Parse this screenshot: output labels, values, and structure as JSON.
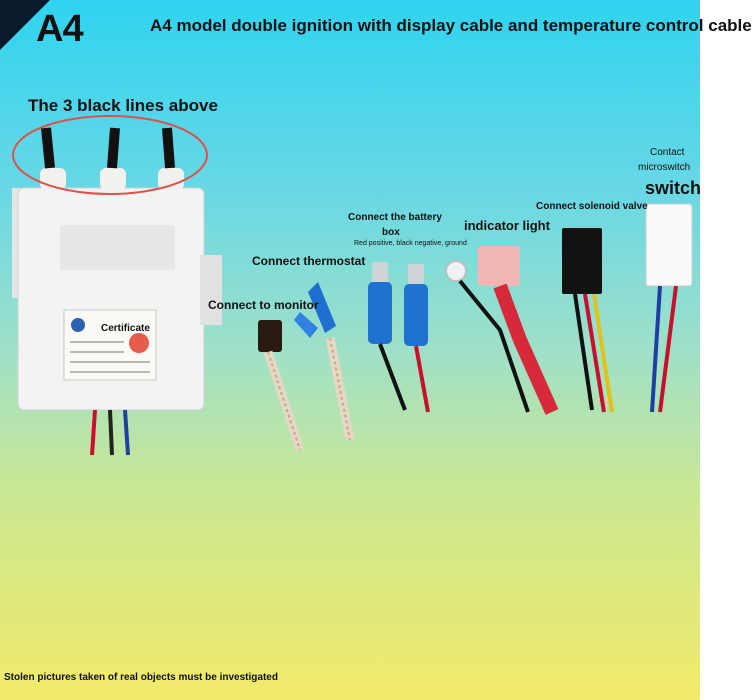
{
  "badge": "A4",
  "headline": "A4 model double ignition with display cable and temperature control cable",
  "lines_label": "The 3 black lines above",
  "labels": {
    "monitor": "Connect to monitor",
    "thermostat": "Connect thermostat",
    "battery_line1": "Connect the battery",
    "battery_line2": "box",
    "battery_line3": "Red positive, black negative, ground",
    "indicator": "indicator light",
    "solenoid": "Connect solenoid valve",
    "contact": "Contact",
    "microswitch": "microswitch",
    "switch": "switch",
    "certificate": "Certificate"
  },
  "footer": "Stolen pictures taken of real objects must be investigated",
  "colors": {
    "highlight_ring": "#e0504a",
    "red_wire": "#c8102e",
    "blue_connector": "#1f6fd1"
  }
}
